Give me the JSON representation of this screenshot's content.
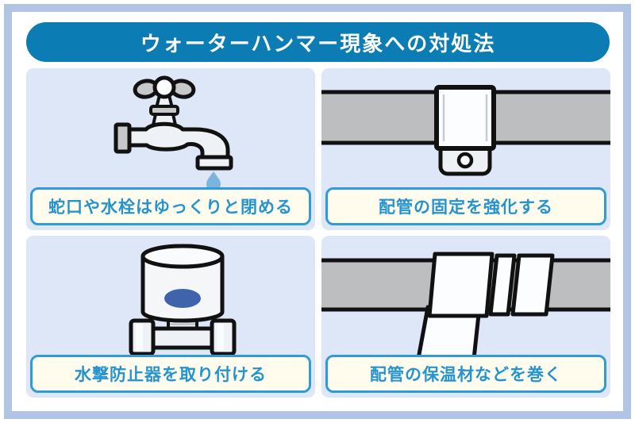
{
  "title": "ウォーターハンマー現象への対処法",
  "panels": [
    {
      "illustration": "dripping-faucet",
      "label": "蛇口や水栓はゆっくりと閉める"
    },
    {
      "illustration": "pipe-with-fixing-clamp",
      "label": "配管の固定を強化する"
    },
    {
      "illustration": "water-hammer-arrester",
      "label": "水撃防止器を取り付ける"
    },
    {
      "illustration": "pipe-with-insulation-wrap",
      "label": "配管の保温材などを巻く"
    }
  ],
  "colors": {
    "frame": "#b0c4e6",
    "title_bg": "#0c7cb5",
    "title_text": "#ffffff",
    "panel_bg": "#dde7f7",
    "label_bg": "#fffcee",
    "label_border": "#2f9cd6",
    "label_text": "#2593cd",
    "pipe_gray": "#bcbec0",
    "outline_black": "#111111",
    "metal_gray": "#c6c8ca",
    "water_drop": "#7cb5dc",
    "arrester_badge": "#3f64ab"
  }
}
